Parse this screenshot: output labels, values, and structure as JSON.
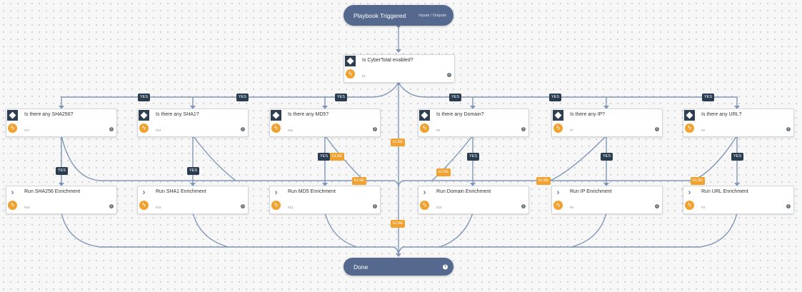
{
  "start": {
    "title": "Playbook Triggered",
    "io_label": "Inputs / Outputs"
  },
  "end": {
    "title": "Done"
  },
  "condition": {
    "title": "Is CyberTotal enabled?",
    "id": "#1"
  },
  "checks": [
    {
      "title": "Is there any SHA256?",
      "id": "#17"
    },
    {
      "title": "Is there any SHA1?",
      "id": "#14"
    },
    {
      "title": "Is there any MD5?",
      "id": "#11"
    },
    {
      "title": "Is there any Domain?",
      "id": "#9"
    },
    {
      "title": "Is there any IP?",
      "id": "#7"
    },
    {
      "title": "Is there any URL?",
      "id": "#2"
    }
  ],
  "tasks": [
    {
      "title": "Run SHA256 Enrichment",
      "id": "#16"
    },
    {
      "title": "Run SHA1 Enrichment",
      "id": "#15"
    },
    {
      "title": "Run MD5 Enrichment",
      "id": "#12"
    },
    {
      "title": "Run Domain Enrichment",
      "id": "#10"
    },
    {
      "title": "Run IP Enrichment",
      "id": "#6"
    },
    {
      "title": "Run URL Enrichment",
      "id": "#3"
    }
  ],
  "labels": {
    "yes": "YES",
    "else": "ELSE"
  },
  "colors": {
    "pill": "#55698e",
    "edge": "#7f97b7",
    "yes_label": "#2a3c4f",
    "else_label": "#f0a12e",
    "task_icon": "#f0a12e"
  },
  "icons": {
    "condition": "diamond-icon",
    "playbook": "chevron-right-icon",
    "automation": "lightning-bolt-icon",
    "info": "info-icon"
  }
}
